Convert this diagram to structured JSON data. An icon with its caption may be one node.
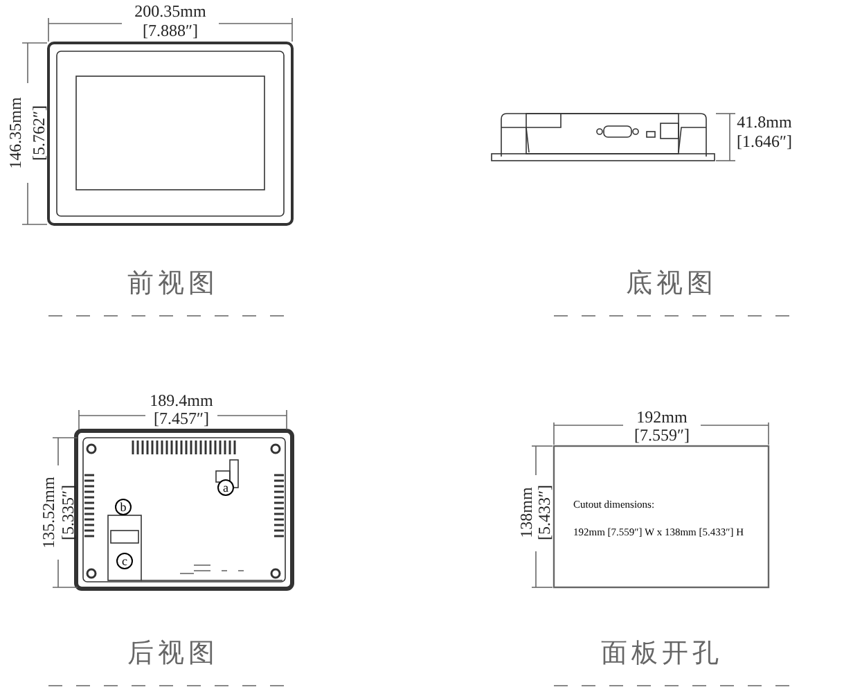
{
  "diagram": {
    "labels": [
      "200.35mm",
      "[7.888″]",
      "146.35mm",
      "[5.762″]",
      "41.8mm",
      "[1.646″]",
      "前视图",
      "底视图",
      "189.4mm",
      "[7.457″]",
      "192mm",
      "[7.559″]",
      "135.52mm",
      "[5.335″]",
      "a",
      "b",
      "c",
      "138mm",
      "[5.433″]",
      "Cutout dimensions:",
      "192mm [7.559″] W x 138mm [5.433″] H",
      "后视图",
      "面板开孔"
    ]
  }
}
